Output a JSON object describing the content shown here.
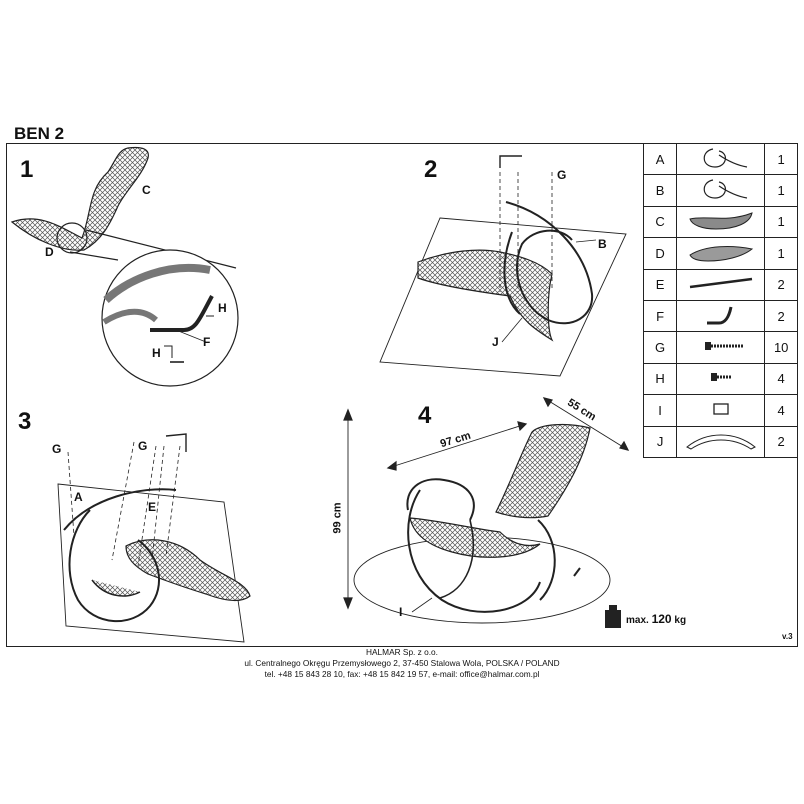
{
  "title": "BEN 2",
  "steps": [
    "1",
    "2",
    "3",
    "4"
  ],
  "labels": {
    "step1": {
      "c": "C",
      "d": "D",
      "h1": "H",
      "h2": "H",
      "f": "F"
    },
    "step2": {
      "g": "G",
      "b": "B",
      "j": "J"
    },
    "step3": {
      "g1": "G",
      "g2": "G",
      "a": "A",
      "e": "E"
    },
    "step4": {
      "i": "I"
    }
  },
  "dimensions": {
    "depth": "55 cm",
    "width": "97 cm",
    "height": "99 cm"
  },
  "parts": [
    {
      "code": "A",
      "icon": "frame-loop-icon",
      "qty": "1"
    },
    {
      "code": "B",
      "icon": "frame-loop-icon",
      "qty": "1"
    },
    {
      "code": "C",
      "icon": "wicker-seat-icon",
      "qty": "1"
    },
    {
      "code": "D",
      "icon": "wicker-footrest-icon",
      "qty": "1"
    },
    {
      "code": "E",
      "icon": "rod-icon",
      "qty": "2"
    },
    {
      "code": "F",
      "icon": "bent-tube-icon",
      "qty": "2"
    },
    {
      "code": "G",
      "icon": "long-bolt-icon",
      "qty": "10"
    },
    {
      "code": "H",
      "icon": "short-bolt-icon",
      "qty": "4"
    },
    {
      "code": "I",
      "icon": "cap-icon",
      "qty": "4"
    },
    {
      "code": "J",
      "icon": "runner-arc-icon",
      "qty": "2"
    }
  ],
  "max_load": {
    "prefix": "max.",
    "value": "120",
    "unit": "kg"
  },
  "version": "v.3",
  "footer": {
    "line1": "HALMAR Sp. z o.o.",
    "line2": "ul. Centralnego Okręgu Przemysłowego 2, 37-450 Stalowa Wola, POLSKA / POLAND",
    "line3": "tel. +48 15 843 28 10, fax: +48 15 842 19 57, e-mail: office@halmar.com.pl"
  }
}
